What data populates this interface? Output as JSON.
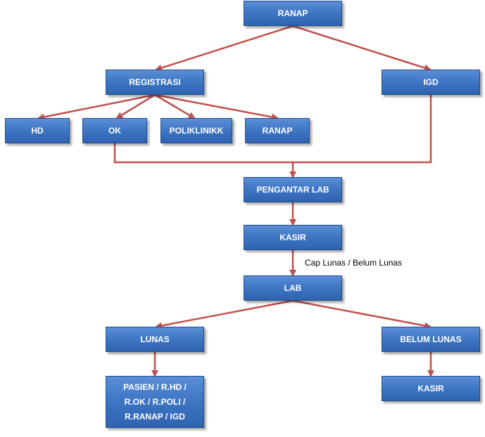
{
  "colors": {
    "node_fill": "#3f77c6",
    "node_border": "#1f4c8f",
    "node_text": "#ffffff",
    "connector": "#c0504d"
  },
  "nodes": {
    "ranap_top": "RANAP",
    "registrasi": "REGISTRASI",
    "igd": "IGD",
    "hd": "HD",
    "ok": "OK",
    "poliklinik": "POLIKLINIKK",
    "ranap_mid": "RANAP",
    "pengantar_lab": "PENGANTAR LAB",
    "kasir_mid": "KASIR",
    "lab": "LAB",
    "lunas": "LUNAS",
    "belum_lunas": "BELUM LUNAS",
    "pasien": "PASIEN / R.HD /\nR.OK / R.POLI /\nR.RANAP / IGD",
    "kasir_bottom": "KASIR"
  },
  "edge_labels": {
    "kasir_to_lab": "Cap Lunas / Belum Lunas"
  }
}
